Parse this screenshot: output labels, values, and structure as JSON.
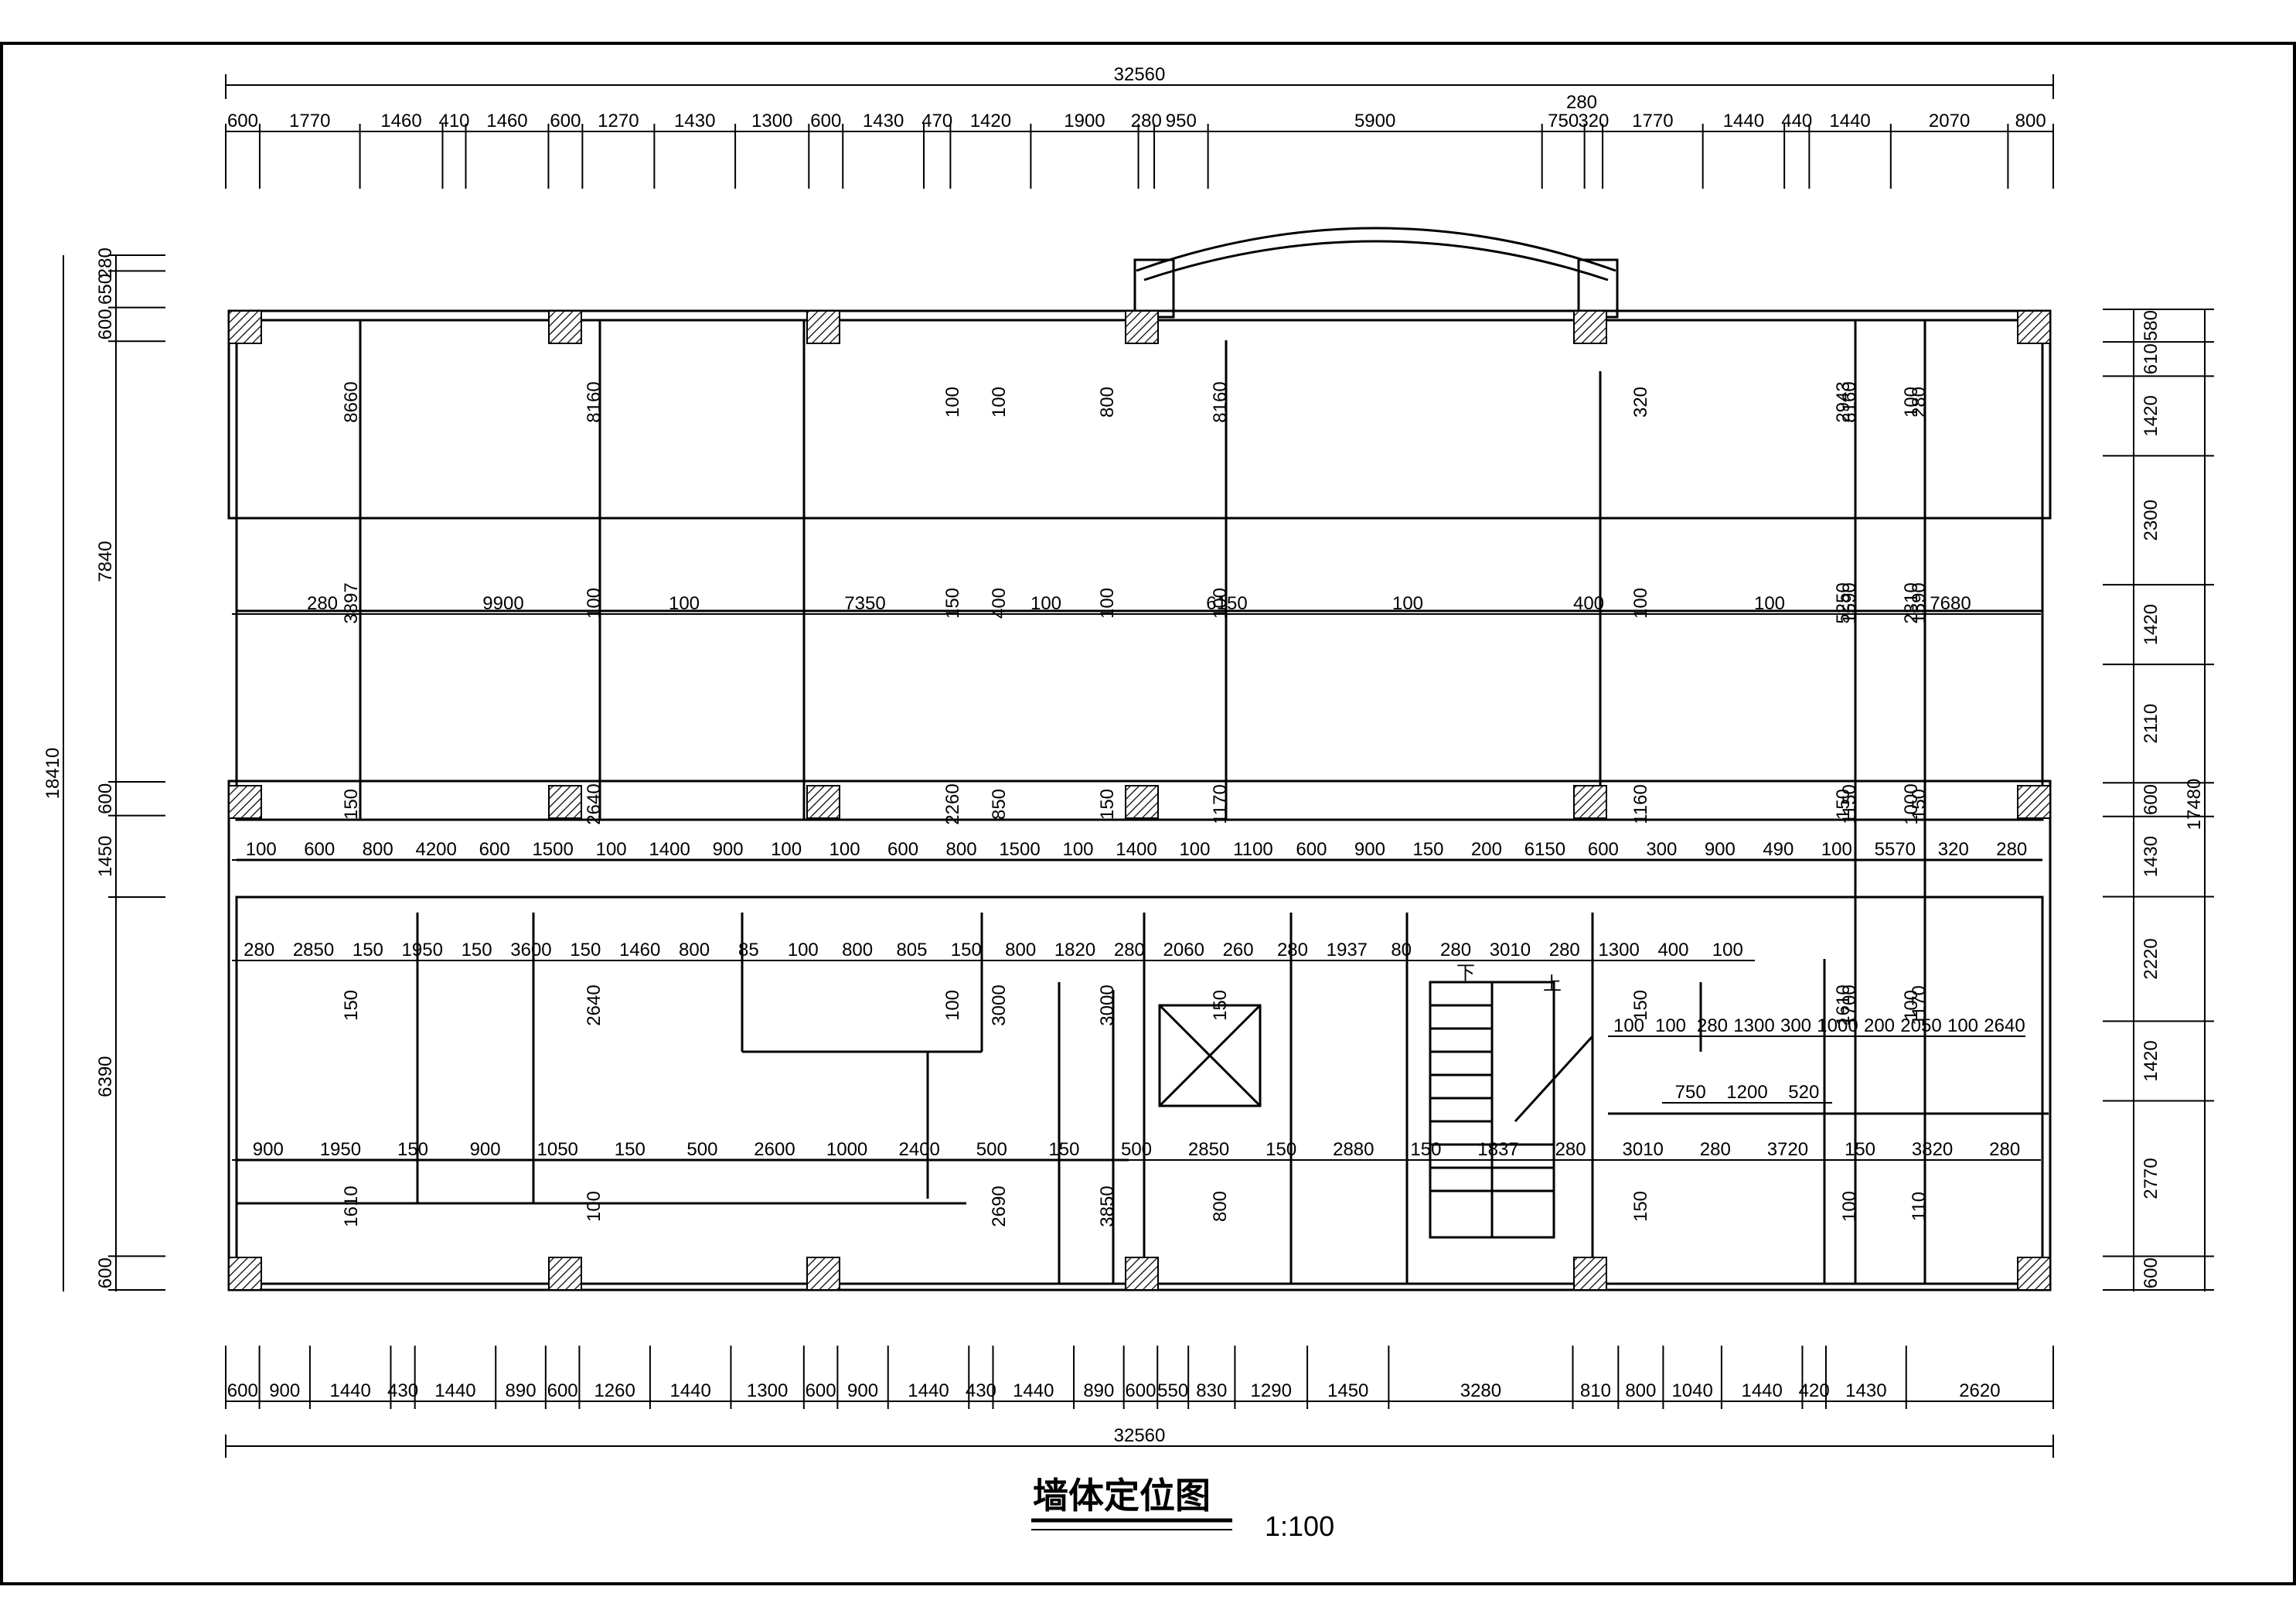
{
  "title": "墙体定位图",
  "scale": "1:100",
  "overall_width": "32560",
  "overall_height_left": "18410",
  "overall_height_right": "17480",
  "top_dims": [
    "600",
    "1770",
    "1460",
    "410",
    "1460",
    "600",
    "1270",
    "1430",
    "1300",
    "600",
    "1430",
    "470",
    "1420",
    "1900",
    "280",
    "950",
    "5900",
    "750",
    "320",
    "1770",
    "1440",
    "440",
    "1440",
    "2070",
    "800"
  ],
  "top_extra": "280",
  "bottom_dims": [
    "600",
    "900",
    "1440",
    "430",
    "1440",
    "890",
    "600",
    "1260",
    "1440",
    "1300",
    "600",
    "900",
    "1440",
    "430",
    "1440",
    "890",
    "600",
    "550",
    "830",
    "1290",
    "1450",
    "3280",
    "810",
    "800",
    "1040",
    "1440",
    "420",
    "1430",
    "2620"
  ],
  "left_dims": [
    "280",
    "650",
    "600",
    "7840",
    "600",
    "1450",
    "6390",
    "600"
  ],
  "right_dims": [
    "580",
    "610",
    "1420",
    "2300",
    "1420",
    "2110",
    "600",
    "1430",
    "2220",
    "1420",
    "2770",
    "600"
  ],
  "row1_dims": [
    "280",
    "9900",
    "100",
    "7350",
    "100",
    "6150",
    "100",
    "400",
    "100",
    "7680"
  ],
  "row2_dims": [
    "100",
    "600",
    "800",
    "4200",
    "600",
    "1500",
    "100",
    "1400",
    "900",
    "100",
    "100",
    "600",
    "800",
    "1500",
    "100",
    "1400",
    "100",
    "1100",
    "600",
    "900",
    "150",
    "200",
    "6150",
    "600",
    "300",
    "900",
    "490",
    "100",
    "5570",
    "320",
    "280"
  ],
  "row3_dims": [
    "280",
    "2850",
    "150",
    "1950",
    "150",
    "3600",
    "150",
    "1460",
    "800",
    "85",
    "100",
    "800",
    "805",
    "150",
    "800",
    "1820",
    "280",
    "2060",
    "260",
    "280",
    "1937",
    "80",
    "280",
    "3010",
    "280",
    "1300",
    "400",
    "100"
  ],
  "row4_dims": [
    "100",
    "100",
    "280",
    "1300",
    "300",
    "1000",
    "200",
    "2050",
    "100",
    "2640"
  ],
  "row5_dims": [
    "750",
    "1200",
    "520"
  ],
  "row6_dims": [
    "900",
    "1950",
    "150",
    "900",
    "1050",
    "150",
    "500",
    "2600",
    "1000",
    "2400",
    "500",
    "150",
    "500",
    "2850",
    "150",
    "2880",
    "150",
    "1837",
    "280",
    "3010",
    "280",
    "3720",
    "150",
    "3820",
    "280"
  ],
  "vert_dims": [
    "8660",
    "8160",
    "8160",
    "8160",
    "280",
    "320",
    "100",
    "800",
    "100",
    "2943",
    "100",
    "3897",
    "100",
    "100",
    "1590",
    "1590",
    "100",
    "400",
    "100",
    "150",
    "5250",
    "2310",
    "150",
    "2640",
    "1170",
    "1150",
    "150",
    "1160",
    "850",
    "150",
    "2260",
    "150",
    "1000",
    "150",
    "2640",
    "150",
    "1700",
    "1170",
    "150",
    "3000",
    "3000",
    "100",
    "1610",
    "100",
    "1610",
    "100",
    "800",
    "100",
    "110",
    "150",
    "2690",
    "3850"
  ],
  "stair_labels": [
    "下",
    "上"
  ]
}
